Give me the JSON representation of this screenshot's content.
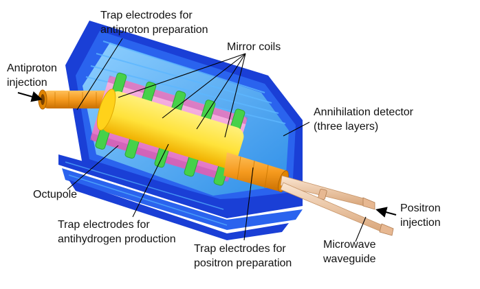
{
  "labels": {
    "antiproton_prep": [
      "Trap electrodes for",
      "antiproton preparation"
    ],
    "mirror_coils": [
      "Mirror coils"
    ],
    "antiproton_injection": [
      "Antiproton",
      "injection"
    ],
    "annihilation_detector": [
      "Annihilation detector",
      "(three layers)"
    ],
    "octupole": [
      "Octupole"
    ],
    "antihydrogen_production": [
      "Trap electrodes for",
      "antihydrogen production"
    ],
    "positron_prep": [
      "Trap electrodes for",
      "positron preparation"
    ],
    "positron_injection": [
      "Positron",
      "injection"
    ],
    "microwave_waveguide": [
      "Microwave",
      "waveguide"
    ]
  },
  "colors": {
    "detector_outer": "#1a3fd6",
    "detector_mid": "#2a63ee",
    "detector_inner": "#3aa0f0",
    "detector_light": "#58b7ff",
    "octupole": "#f3a0d8",
    "octupole_dark": "#c85ab0",
    "central_trap": "#ffe23a",
    "central_trap_dark": "#f0b000",
    "end_trap": "#f59a1e",
    "end_trap_dark": "#c96f00",
    "mirror_coils": "#46d14a",
    "waveguide": "#f4cfae"
  }
}
